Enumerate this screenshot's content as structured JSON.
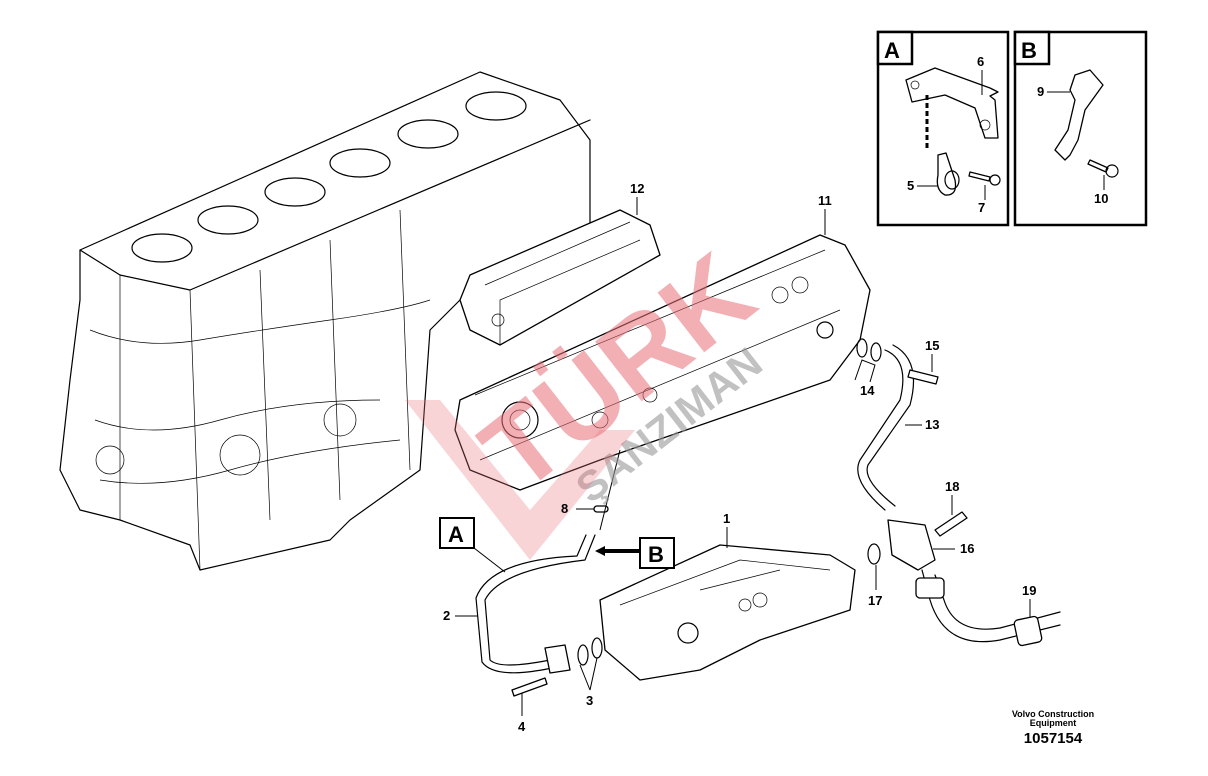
{
  "diagram": {
    "callouts": {
      "n1": "1",
      "n2": "2",
      "n3": "3",
      "n4": "4",
      "n5": "5",
      "n6": "6",
      "n7": "7",
      "n8": "8",
      "n9": "9",
      "n10": "10",
      "n11": "11",
      "n12": "12",
      "n13": "13",
      "n14": "14",
      "n15": "15",
      "n16": "16",
      "n17": "17",
      "n18": "18",
      "n19": "19"
    },
    "view_labels": {
      "a": "A",
      "b": "B"
    },
    "inset_a_title": "A",
    "inset_b_title": "B"
  },
  "watermark": {
    "line1": "TÜRK",
    "line2": "ŞANZIMAN",
    "red": "#e8707a",
    "grey": "#999999"
  },
  "footer": {
    "company_line1": "Volvo Construction",
    "company_line2": "Equipment",
    "drawing_number": "1057154"
  }
}
